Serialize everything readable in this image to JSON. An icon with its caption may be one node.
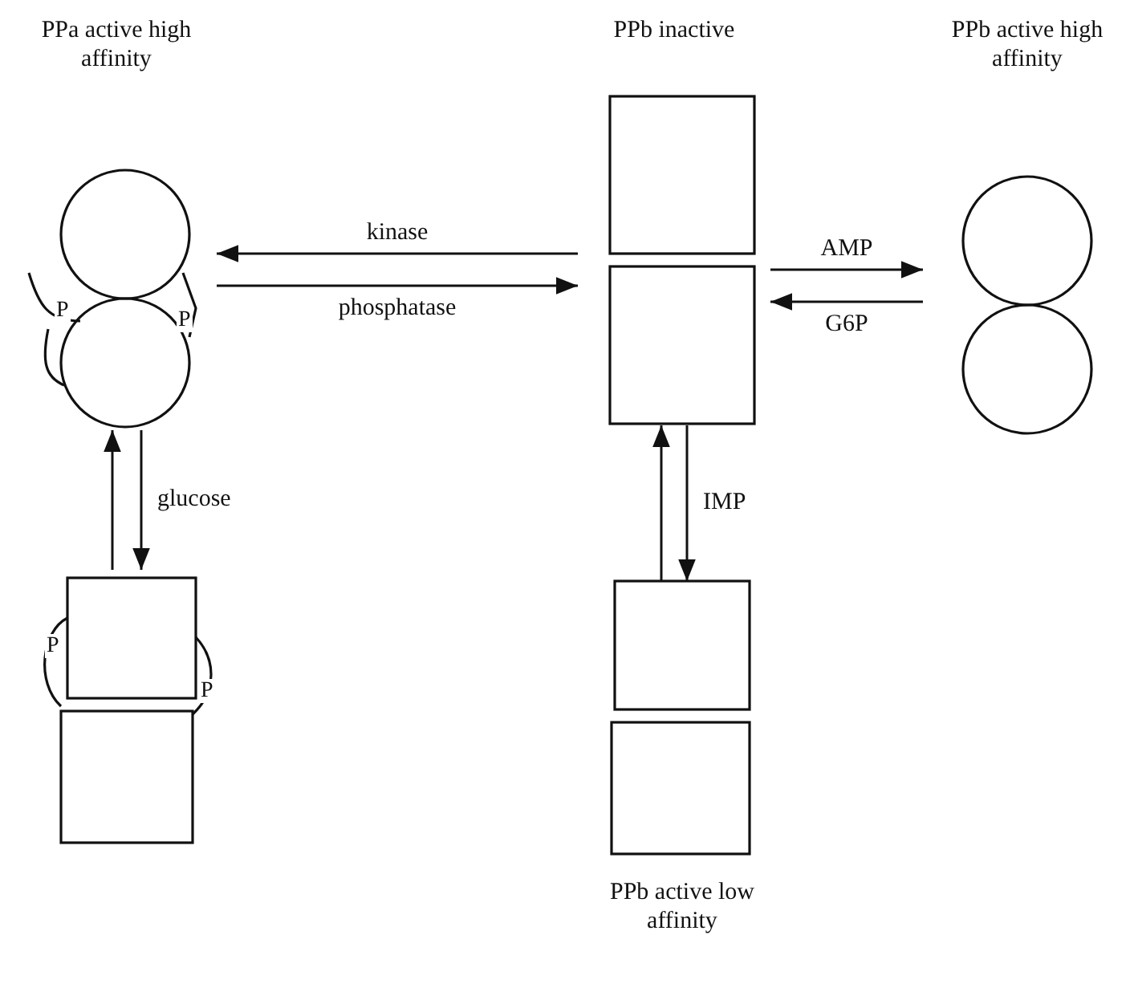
{
  "diagram": {
    "nodes": [
      {
        "text": [
          "PPa active high affinity",
          "P",
          "P"
        ]
      },
      {
        "text": [
          "PPb inactive"
        ]
      },
      {
        "text": [
          "PPb active high affinity"
        ]
      },
      {
        "text": [
          "P",
          "P"
        ]
      },
      {
        "text": [
          "PPb active low affinity"
        ]
      }
    ],
    "edges": [
      {
        "from": 1,
        "to": 0,
        "arrow": "to",
        "label": "kinase"
      },
      {
        "from": 0,
        "to": 1,
        "arrow": "to",
        "label": "phosphatase"
      },
      {
        "from": 1,
        "to": 2,
        "arrow": "to",
        "label": "AMP"
      },
      {
        "from": 2,
        "to": 1,
        "arrow": "to",
        "label": "G6P"
      },
      {
        "from": 3,
        "to": 0,
        "arrow": "to"
      },
      {
        "from": 0,
        "to": 3,
        "arrow": "to",
        "label": "glucose"
      },
      {
        "from": 4,
        "to": 1,
        "arrow": "to"
      },
      {
        "from": 1,
        "to": 4,
        "arrow": "to",
        "label": "IMP"
      }
    ]
  }
}
